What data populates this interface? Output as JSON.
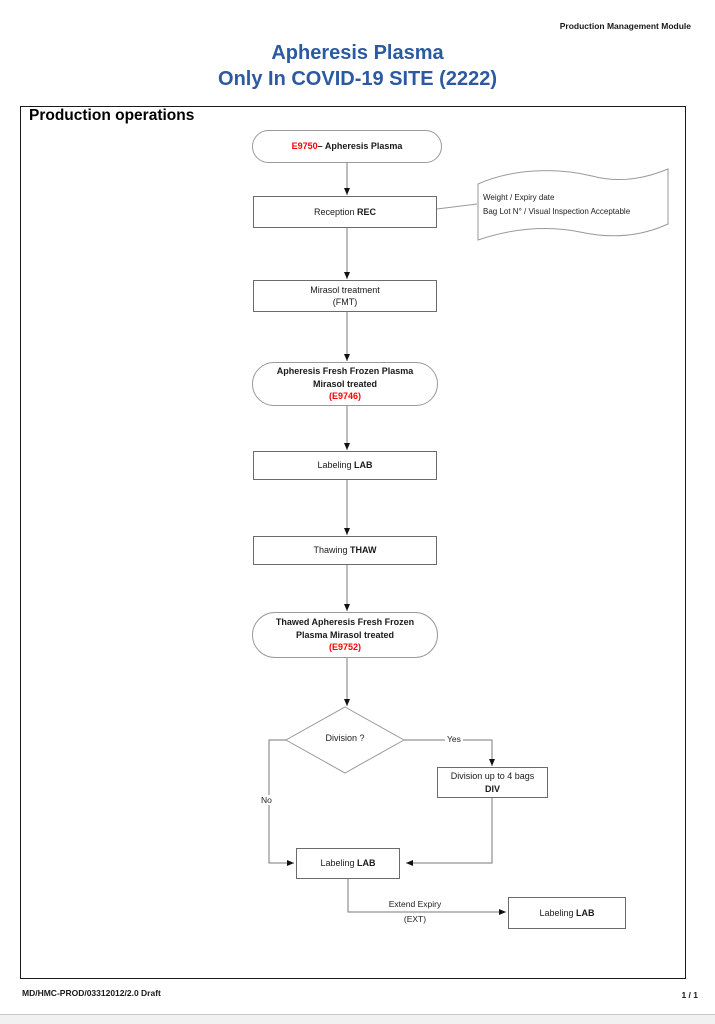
{
  "header": {
    "module_label": "Production Management Module",
    "title_line1": "Apheresis Plasma",
    "title_line2": "Only In COVID-19 SITE (2222)",
    "section_title": "Production operations"
  },
  "colors": {
    "title_blue": "#2c5aa0",
    "code_red": "#ff0000"
  },
  "flowchart": {
    "start": {
      "code": "E9750",
      "label": "– Apheresis Plasma"
    },
    "reception": {
      "label": "Reception ",
      "code": "REC"
    },
    "note": {
      "line1": "Weight / Expiry date",
      "line2": "Bag Lot N° / Visual Inspection Acceptable"
    },
    "mirasol": {
      "line1": "Mirasol treatment",
      "line2": "(FMT)"
    },
    "ffp_mirasol": {
      "line1": "Apheresis Fresh Frozen Plasma",
      "line2": "Mirasol treated",
      "code": "(E9746)"
    },
    "labeling1": {
      "label": "Labeling ",
      "code": "LAB"
    },
    "thawing": {
      "label": "Thawing ",
      "code": "THAW"
    },
    "thawed": {
      "line1": "Thawed Apheresis Fresh Frozen",
      "line2": "Plasma Mirasol treated",
      "code": "(E9752)"
    },
    "decision": {
      "label": "Division ?",
      "yes": "Yes",
      "no": "No"
    },
    "division": {
      "line1": "Division up to 4 bags",
      "code": "DIV"
    },
    "labeling2": {
      "label": "Labeling ",
      "code": "LAB"
    },
    "extend": {
      "line1": "Extend Expiry",
      "line2": "(EXT)"
    },
    "labeling3": {
      "label": "Labeling ",
      "code": "LAB"
    }
  },
  "footer": {
    "doc_ref": "MD/HMC-PROD/03312012/2.0 Draft",
    "page": "1 / 1"
  }
}
